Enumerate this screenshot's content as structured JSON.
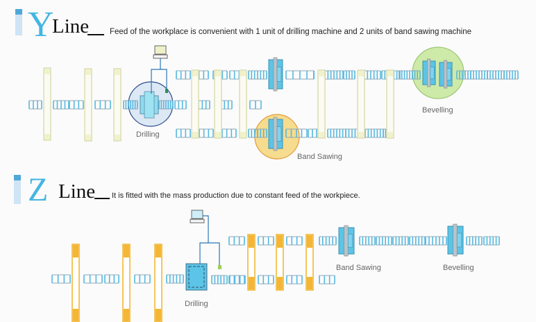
{
  "y_line": {
    "letter": "Y",
    "word": "Line",
    "description": "Feed of the workplace is convenient with 1 unit of drilling machine and 2 units of band sawing machine",
    "stations": {
      "drilling": "Drilling",
      "band_sawing": "Band Sawing",
      "bevelling": "Bevelling"
    },
    "highlight_colors": {
      "drilling": "#dce8f4",
      "band_sawing": "#f6dc8e",
      "bevelling": "#cdeaa9"
    }
  },
  "z_line": {
    "letter": "Z",
    "word": "Line",
    "description": "It is fitted with the mass production due to constant feed of the workpiece.",
    "stations": {
      "drilling": "Drilling",
      "band_sawing": "Band Sawing",
      "bevelling": "Bevelling"
    }
  },
  "colors": {
    "accent_blue": "#45b5e2",
    "conveyor_blue": "#55b8e0",
    "cross_transfer_pale": "#e9eccb",
    "cross_transfer_orange": "#f3b635",
    "machine_blue": "#5cc4e6",
    "cable_blue": "#2c77b8"
  }
}
